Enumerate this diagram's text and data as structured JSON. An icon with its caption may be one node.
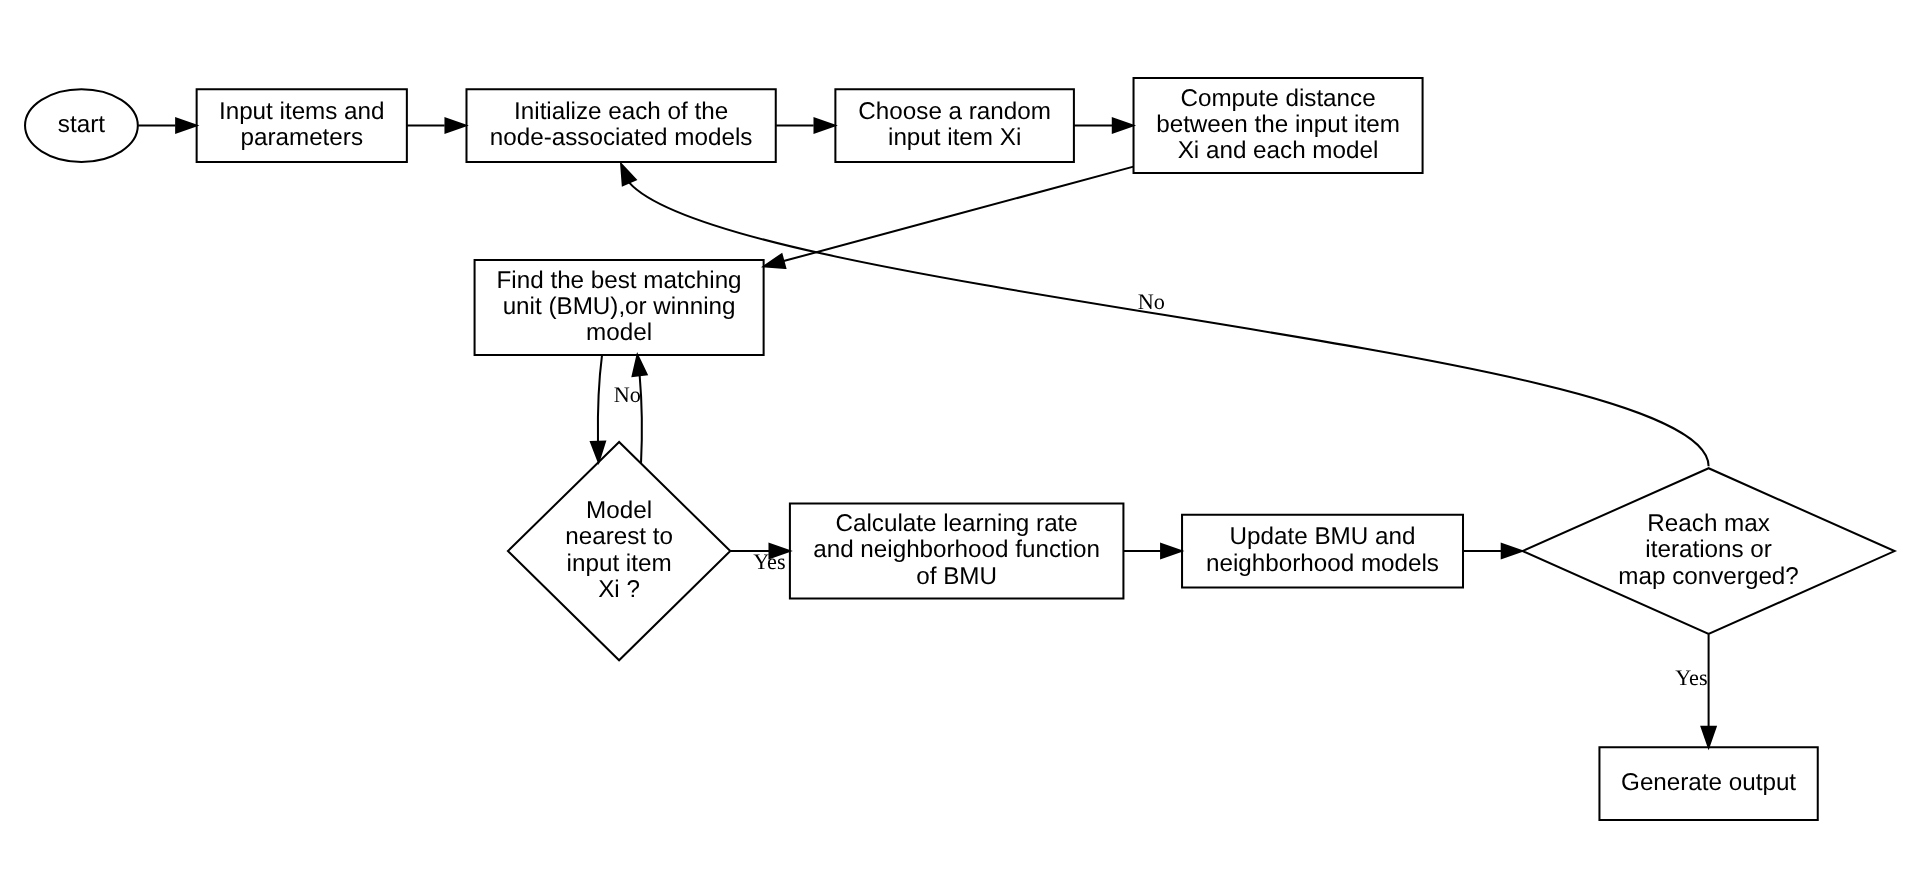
{
  "diagram": {
    "nodes": [
      {
        "text": [
          "start"
        ]
      },
      {
        "text": [
          "Input items and parameters"
        ]
      },
      {
        "text": [
          "Initialize each of the node-associated models"
        ]
      },
      {
        "text": [
          "Choose a random input item Xi"
        ]
      },
      {
        "text": [
          "Compute distance between the input item Xi and each model"
        ]
      },
      {
        "text": [
          "Find the best matching unit (BMU),or winning model"
        ]
      },
      {
        "text": [
          "Model nearest to input item Xi ?"
        ]
      },
      {
        "text": [
          "Calculate learning rate and neighborhood function of BMU"
        ]
      },
      {
        "text": [
          "Update BMU and neighborhood models"
        ]
      },
      {
        "text": [
          "Reach max iterations or map converged?"
        ]
      },
      {
        "text": [
          "Generate output"
        ]
      }
    ],
    "edges": [
      {
        "from": 0,
        "to": 1,
        "arrow": "to"
      },
      {
        "from": 1,
        "to": 2,
        "arrow": "to"
      },
      {
        "from": 2,
        "to": 3,
        "arrow": "to"
      },
      {
        "from": 3,
        "to": 4,
        "arrow": "to"
      },
      {
        "from": 4,
        "to": 5,
        "arrow": "to"
      },
      {
        "from": 5,
        "to": 6,
        "arrow": "to"
      },
      {
        "from": 6,
        "to": 7,
        "arrow": "to",
        "label": "Yes"
      },
      {
        "from": 6,
        "to": 5,
        "arrow": "to",
        "label": "No"
      },
      {
        "from": 7,
        "to": 8,
        "arrow": "to"
      },
      {
        "from": 8,
        "to": 9,
        "arrow": "to"
      },
      {
        "from": 9,
        "to": 2,
        "arrow": "to",
        "label": "No"
      },
      {
        "from": 9,
        "to": 10,
        "arrow": "to",
        "label": "Yes"
      }
    ]
  }
}
